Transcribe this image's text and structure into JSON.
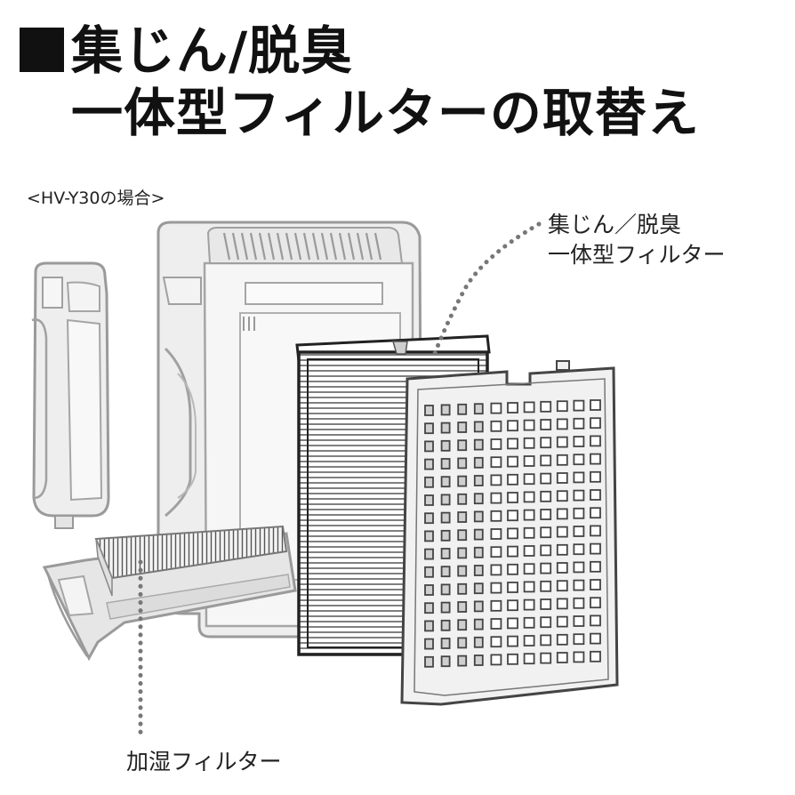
{
  "title": {
    "line1": "集じん/脱臭",
    "line2": "一体型フィルターの取替え"
  },
  "model_note": "<HV-Y30の場合>",
  "labels": {
    "dust_deodor_filter_line1": "集じん／脱臭",
    "dust_deodor_filter_line2": "一体型フィルター",
    "humidify_filter": "加湿フィルター"
  },
  "colors": {
    "text": "#111111",
    "device_fill": "#eeeeee",
    "device_stroke": "#9a9a9a",
    "filter_stroke": "#222222",
    "leader_dots": "#777777"
  }
}
